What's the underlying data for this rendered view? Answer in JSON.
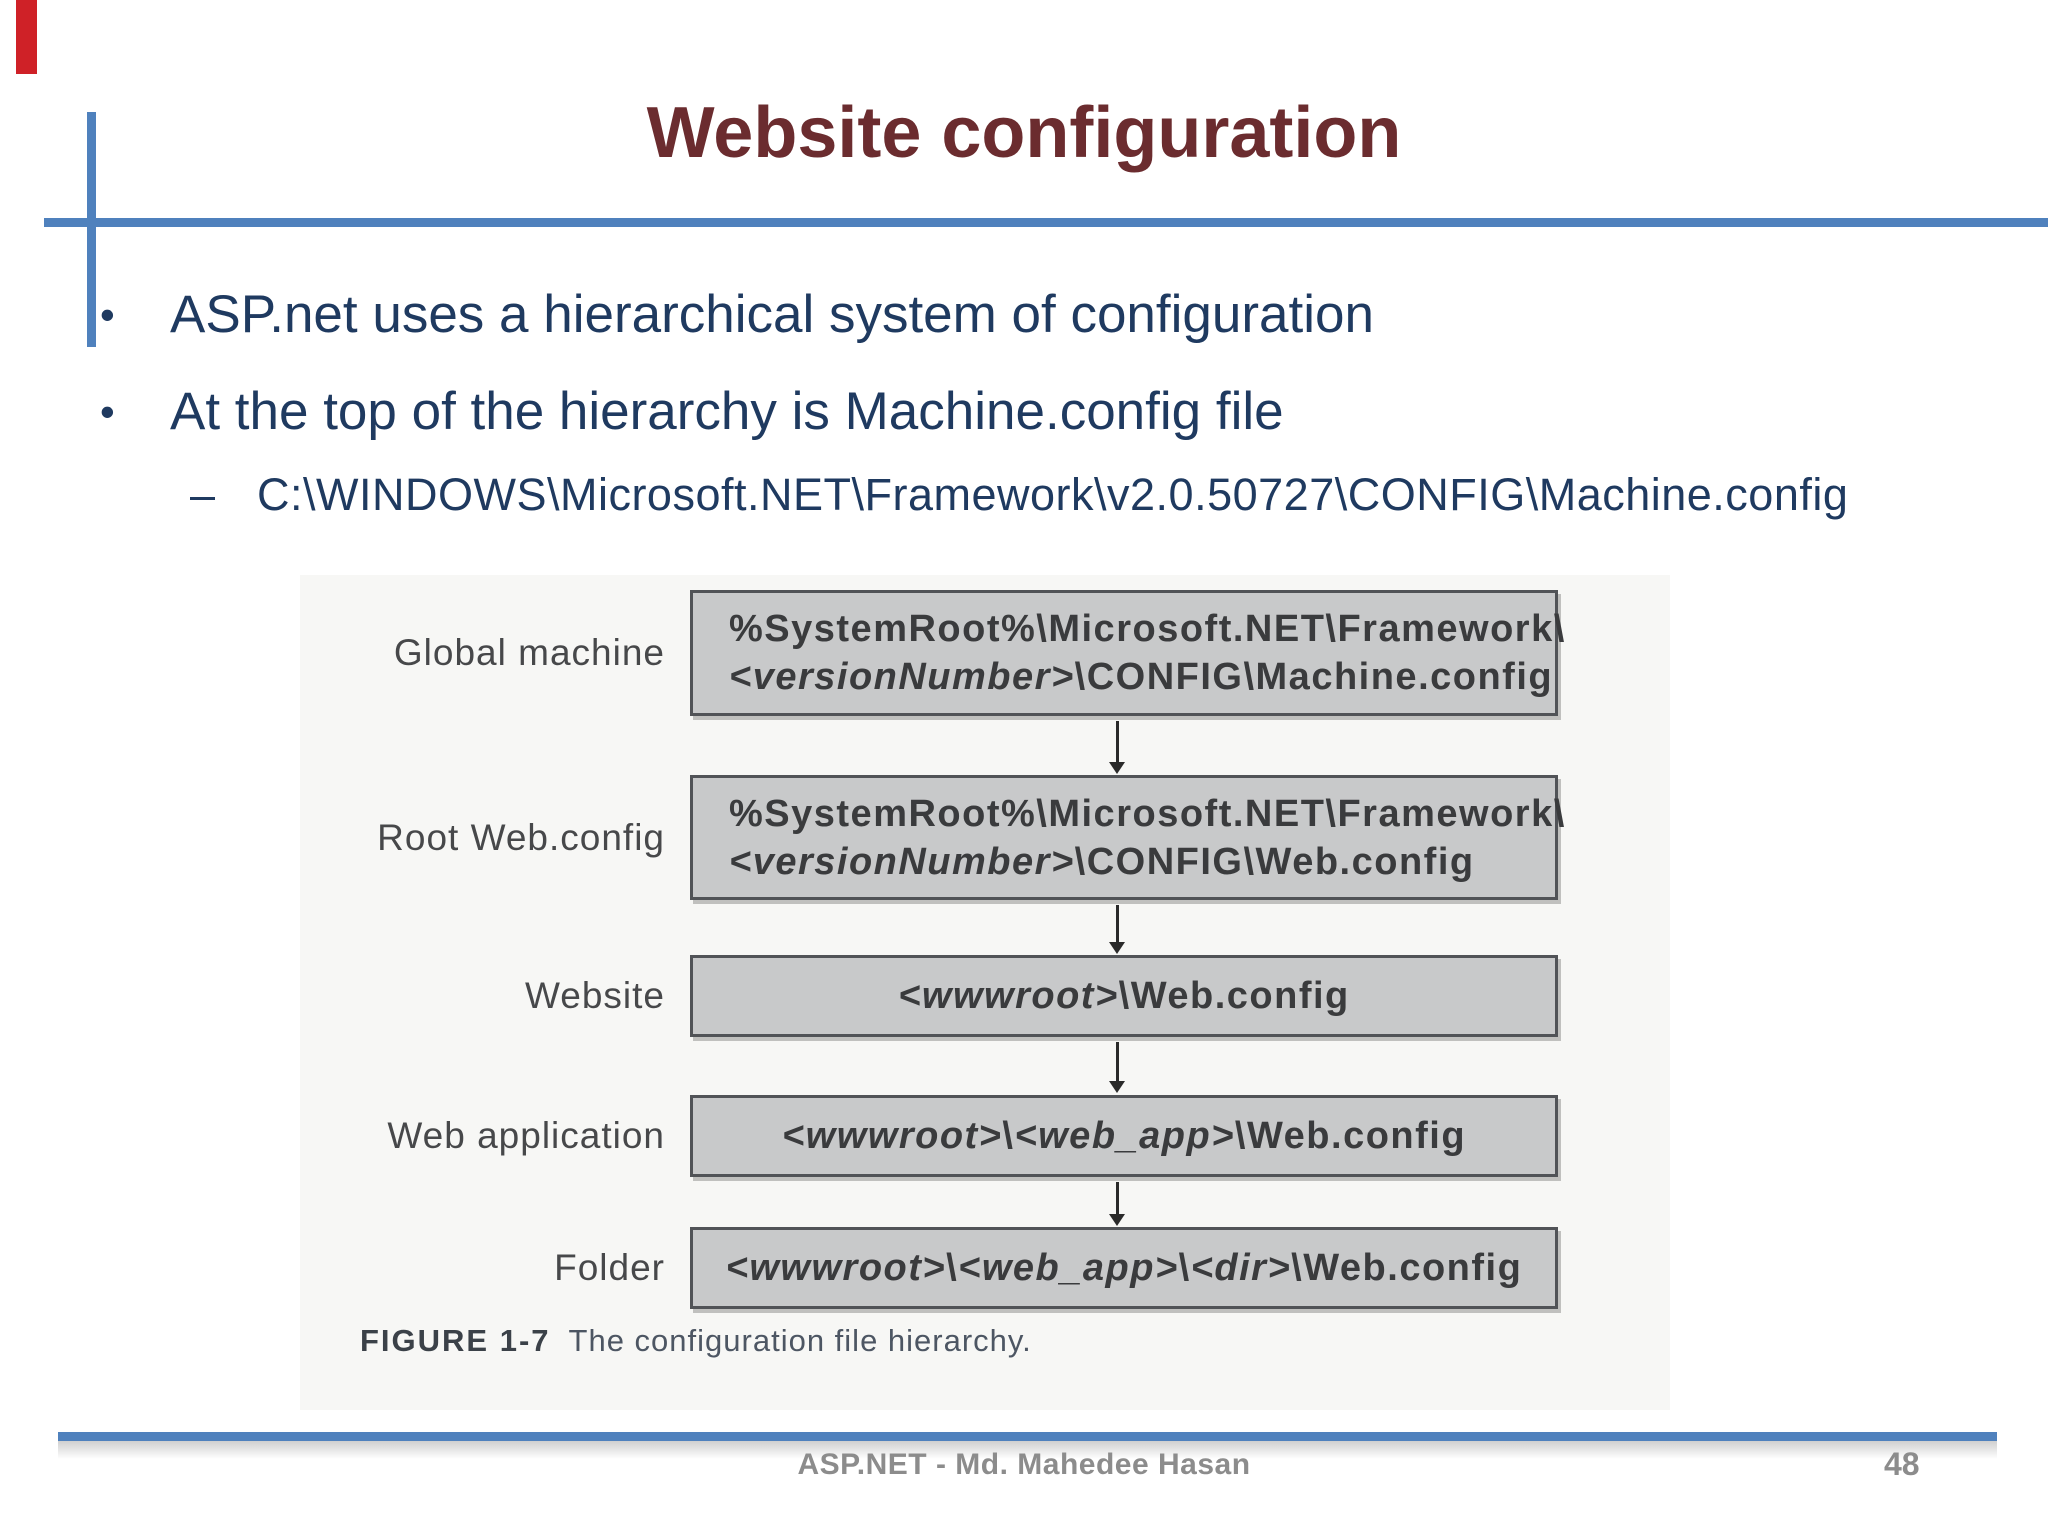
{
  "colors": {
    "accent_blue": "#4f81bd",
    "title_maroon": "#6b2c2f",
    "body_navy": "#1f3a60",
    "box_fill": "#c8c9ca",
    "box_border": "#515357",
    "label_gray": "#47484a",
    "footer_gray": "#8c8c8c",
    "red_marker": "#cf2127"
  },
  "slide": {
    "title": "Website configuration",
    "bullets": [
      {
        "marker": "•",
        "text": "ASP.net uses a hierarchical system of configuration"
      },
      {
        "marker": "•",
        "text": "At the top of the hierarchy is Machine.config file"
      }
    ],
    "sub_bullet": {
      "marker": "–",
      "text": "C:\\WINDOWS\\Microsoft.NET\\Framework\\v2.0.50727\\CONFIG\\Machine.config"
    }
  },
  "figure": {
    "rows": [
      {
        "label": "Global machine",
        "align": "left",
        "lines": [
          [
            {
              "t": "%SystemRoot%\\Microsoft.NET\\Framework\\"
            }
          ],
          [
            {
              "t": "<versionNumber>",
              "i": true
            },
            {
              "t": "\\CONFIG\\Machine.config"
            }
          ]
        ]
      },
      {
        "label": "Root Web.config",
        "align": "left",
        "lines": [
          [
            {
              "t": "%SystemRoot%\\Microsoft.NET\\Framework\\"
            }
          ],
          [
            {
              "t": "<versionNumber>",
              "i": true
            },
            {
              "t": "\\CONFIG\\Web.config"
            }
          ]
        ]
      },
      {
        "label": "Website",
        "align": "center",
        "lines": [
          [
            {
              "t": "<wwwroot>",
              "i": true
            },
            {
              "t": "\\Web.config"
            }
          ]
        ]
      },
      {
        "label": "Web application",
        "align": "center",
        "lines": [
          [
            {
              "t": "<wwwroot>",
              "i": true
            },
            {
              "t": "\\"
            },
            {
              "t": "<web_app>",
              "i": true
            },
            {
              "t": "\\Web.config"
            }
          ]
        ]
      },
      {
        "label": "Folder",
        "align": "center",
        "lines": [
          [
            {
              "t": "<wwwroot>",
              "i": true
            },
            {
              "t": "\\"
            },
            {
              "t": "<web_app>",
              "i": true
            },
            {
              "t": "\\"
            },
            {
              "t": "<dir>",
              "i": true
            },
            {
              "t": "\\Web.config"
            }
          ]
        ]
      }
    ],
    "caption": {
      "label": "FIGURE 1-7",
      "text": "The configuration file hierarchy."
    }
  },
  "footer": {
    "credit": "ASP.NET - Md. Mahedee Hasan",
    "page": "48"
  }
}
